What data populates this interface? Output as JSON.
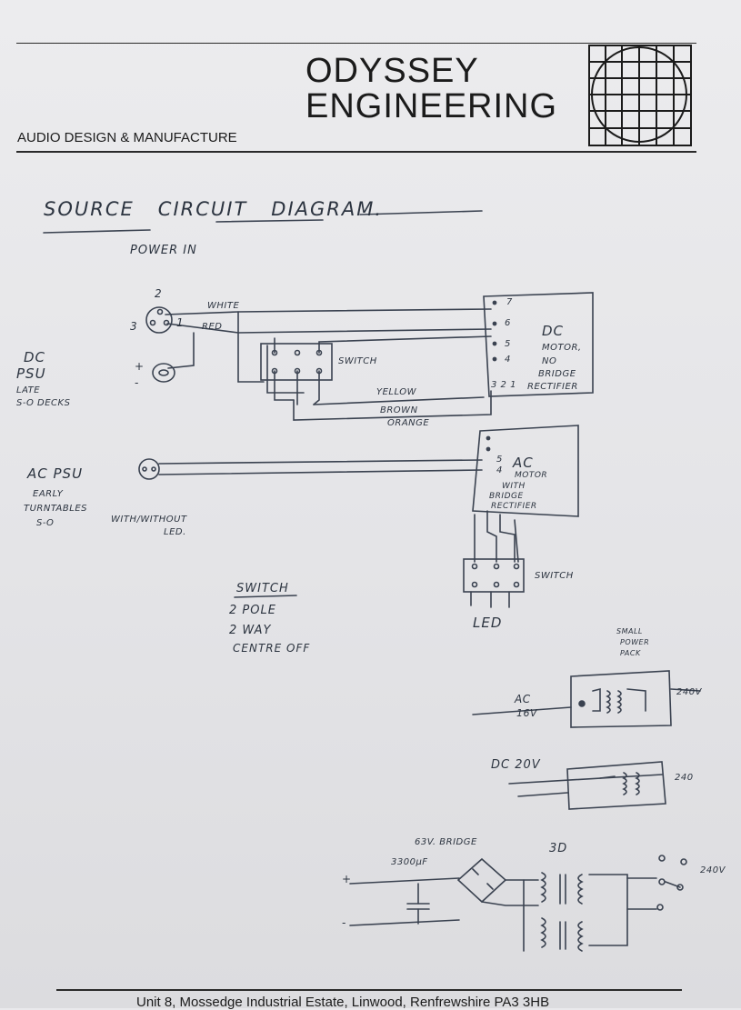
{
  "header": {
    "brand_line1": "ODYSSEY",
    "brand_line2": "ENGINEERING",
    "tagline": "AUDIO DESIGN & MANUFACTURE"
  },
  "diagram": {
    "title": "SOURCE   CIRCUIT   DIAGRAM.",
    "power_in": "POWER IN",
    "pin_2": "2",
    "pin_3": "3",
    "pin_1": "1",
    "plus": "+",
    "minus": "-",
    "white": "WHITE",
    "red": "RED",
    "switch_top": "SWITCH",
    "dc_psu_line1": "DC",
    "dc_psu_line2": "PSU",
    "dc_psu_line3": "LATE",
    "dc_psu_line4": "S-O DECKS",
    "yellow": "YELLOW",
    "brown": "BROWN",
    "orange": "ORANGE",
    "dc_motor_pins": [
      "7",
      "6",
      "5",
      "4",
      "3 2 1"
    ],
    "dc_motor_line1": "DC",
    "dc_motor_line2": "MOTOR,",
    "dc_motor_line3": "NO",
    "dc_motor_line4": "BRIDGE",
    "dc_motor_line5": "RECTIFIER",
    "ac_psu_line1": "AC PSU",
    "ac_psu_line2": "EARLY",
    "ac_psu_line3": "TURNTABLES",
    "ac_psu_line4": "S-O",
    "with_without_line1": "WITH/WITHOUT",
    "with_without_line2": "LED.",
    "ac_motor_pins": [
      "5",
      "4"
    ],
    "ac_motor_line1": "AC",
    "ac_motor_line2": "MOTOR",
    "ac_motor_line3": "WITH",
    "ac_motor_line4": "BRIDGE",
    "ac_motor_line5": "RECTIFIER",
    "switch_bottom": "SWITCH",
    "led": "LED",
    "switch_note_line1": "SWITCH",
    "switch_note_line2": "2 POLE",
    "switch_note_line3": "2 WAY",
    "switch_note_line4": "CENTRE OFF",
    "small_power_pack_line1": "SMALL",
    "small_power_pack_line2": "POWER",
    "small_power_pack_line3": "PACK",
    "ac_pack_line1": "AC",
    "ac_pack_line2": "16V",
    "ac_pack_mains": "240V",
    "dc_pack_label": "DC 20V",
    "dc_pack_mains": "240",
    "bridge_label": "63V. BRIDGE",
    "cap_label": "3300μF",
    "three_d": "3D",
    "mains_bottom": "240V"
  },
  "footer": {
    "address": "Unit 8, Mossedge Industrial Estate, Linwood, Renfrewshire PA3 3HB"
  }
}
